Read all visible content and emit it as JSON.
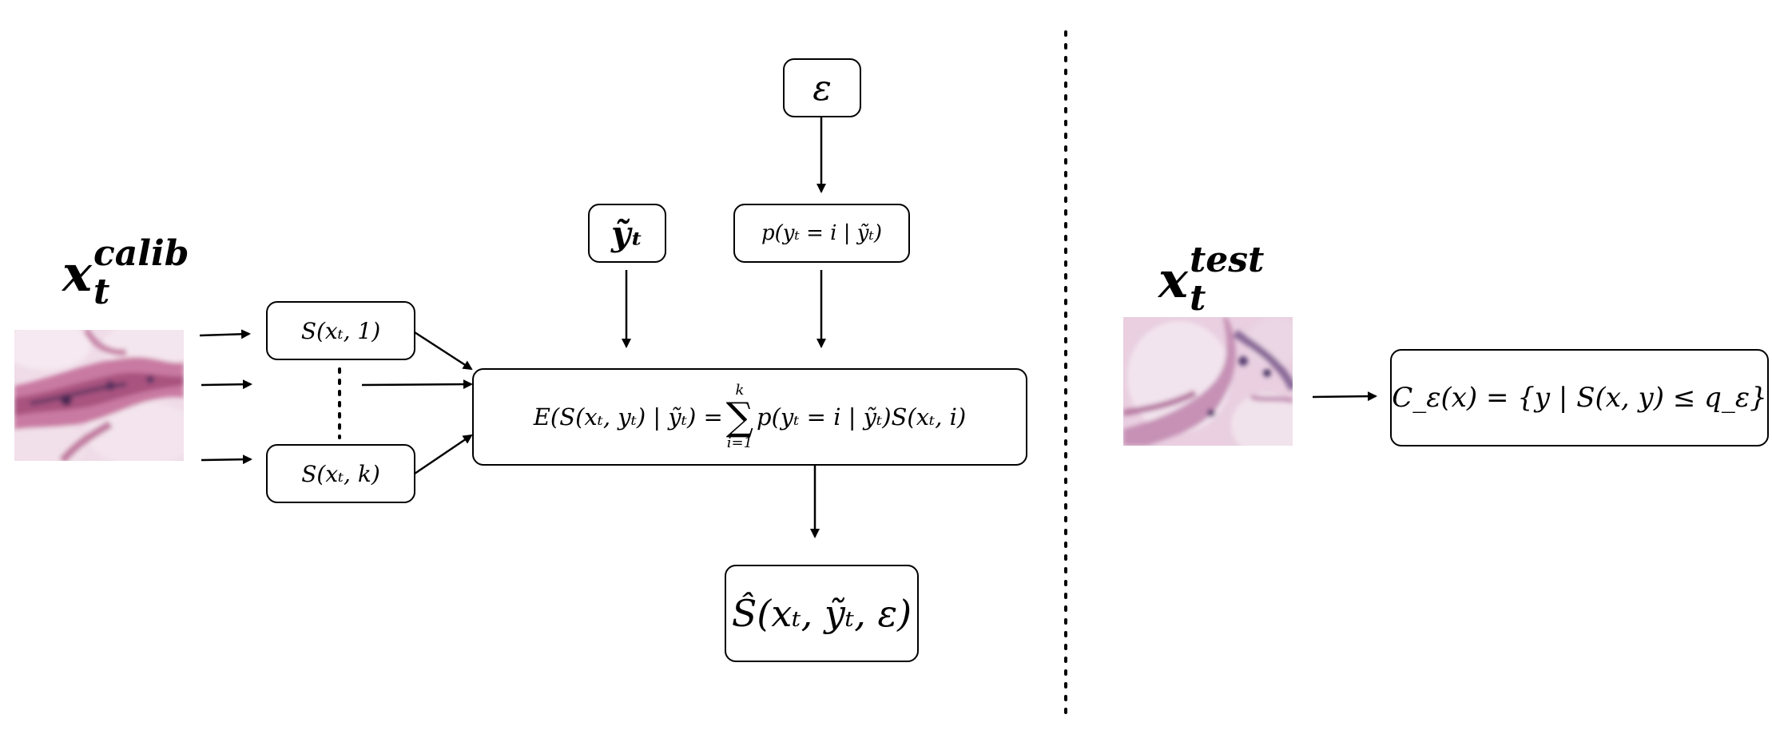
{
  "calibration": {
    "input_label_base": "x",
    "input_label_sub": "t",
    "input_label_sup": "calib",
    "score_box_first": "S(xₜ, 1)",
    "score_box_last": "S(xₜ, k)",
    "noisy_label": "ỹₜ",
    "epsilon": "ε",
    "transition_prob": "p(yₜ = i | ỹₜ)",
    "expectation_lhs": "E(S(xₜ, yₜ) | ỹₜ) = ",
    "sum_top": "k",
    "sum_symbol": "∑",
    "sum_bottom": "i=1",
    "expectation_rhs": "p(yₜ = i | ỹₜ)S(xₜ, i)",
    "adjusted_score": "Ŝ(xₜ, ỹₜ, ε)"
  },
  "test": {
    "input_label_base": "x",
    "input_label_sub": "t",
    "input_label_sup": "test",
    "prediction_set": "C_ε(x) = {y | S(x, y) ≤ q_ε}"
  }
}
